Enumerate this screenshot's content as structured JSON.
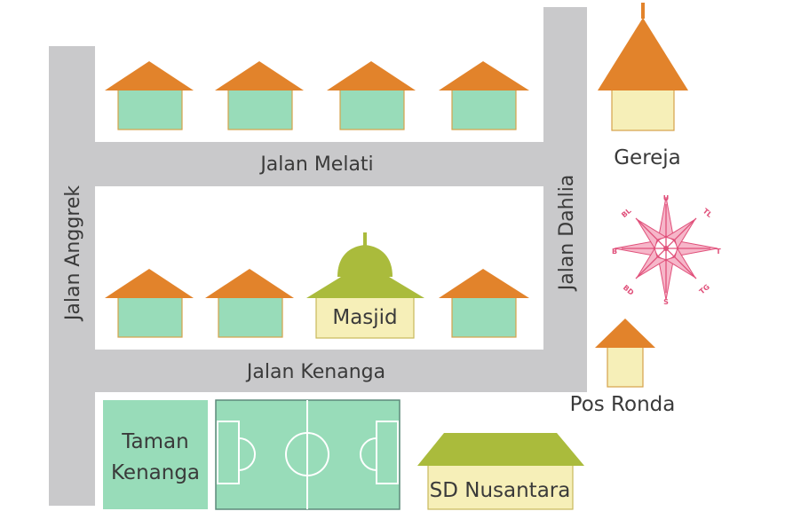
{
  "colors": {
    "road": "#c9c9cb",
    "roof_orange": "#e2832b",
    "wall_green": "#98dcb9",
    "wall_cream": "#f6efb8",
    "roof_olive": "#aabb3c",
    "park": "#98dcb9",
    "field": "#98dcb9",
    "field_line": "#ffffff",
    "compass_pink": "#e0507a",
    "compass_light": "#f6b6c9"
  },
  "roads": {
    "melati": "Jalan Melati",
    "kenanga": "Jalan Kenanga",
    "anggrek": "Jalan Anggrek",
    "dahlia": "Jalan Dahlia"
  },
  "buildings": {
    "gereja": "Gereja",
    "masjid": "Masjid",
    "pos_ronda": "Pos Ronda",
    "sd": "SD Nusantara",
    "taman_line1": "Taman",
    "taman_line2": "Kenanga"
  },
  "compass": {
    "north": "U",
    "northeast": "TL",
    "east": "T",
    "southeast": "TG",
    "south": "S",
    "southwest": "BD",
    "west": "B",
    "northwest": "BL"
  }
}
